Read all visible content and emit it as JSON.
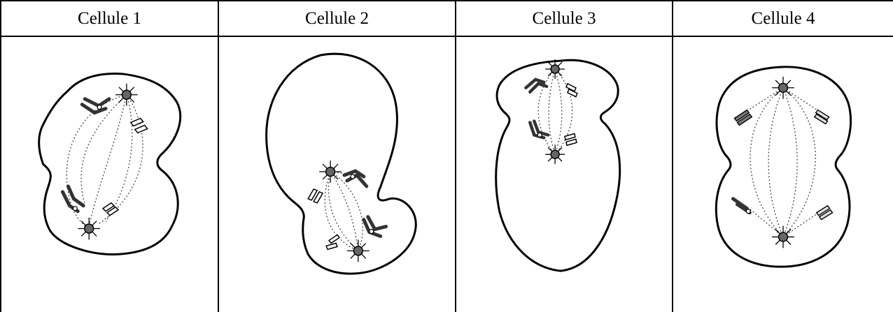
{
  "headers": [
    "Cellule 1",
    "Cellule 2",
    "Cellule 3",
    "Cellule 4"
  ],
  "colors": {
    "ink": "#000000",
    "chromosome_dark": "#333333",
    "centrosome_fill": "#666666",
    "fiber": "#444444"
  }
}
